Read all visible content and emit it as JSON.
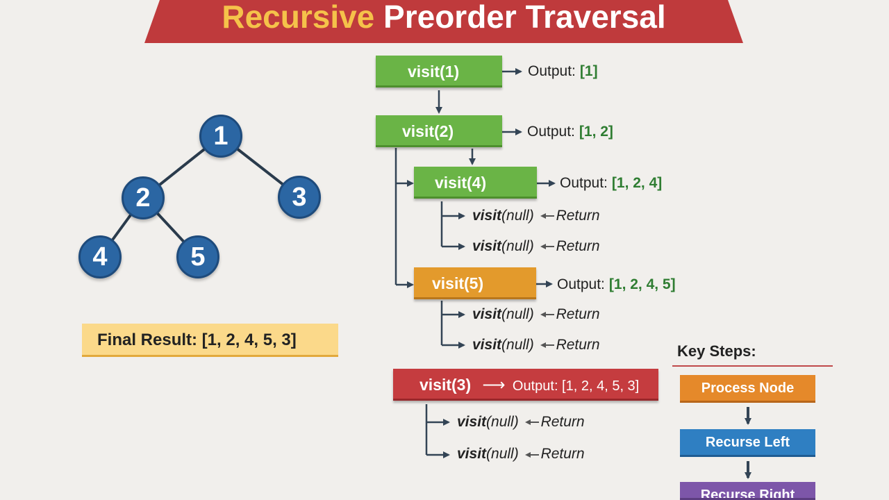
{
  "title": {
    "highlight": "Recursive",
    "rest": "Preorder Traversal"
  },
  "tree": {
    "nodes": [
      {
        "id": "1",
        "label": "1"
      },
      {
        "id": "2",
        "label": "2"
      },
      {
        "id": "3",
        "label": "3"
      },
      {
        "id": "4",
        "label": "4"
      },
      {
        "id": "5",
        "label": "5"
      }
    ]
  },
  "final_result": "Final Result: [1, 2, 4, 5, 3]",
  "trace": {
    "visit1": {
      "label": "visit(1)",
      "output_label": "Output:",
      "output": "[1]"
    },
    "visit2": {
      "label": "visit(2)",
      "output_label": "Output:",
      "output": "[1, 2]"
    },
    "visit4": {
      "label": "visit(4)",
      "output_label": "Output:",
      "output": "[1, 2, 4]"
    },
    "visit5": {
      "label": "visit(5)",
      "output_label": "Output:",
      "output": "[1, 2, 4, 5]"
    },
    "visit3": {
      "label": "visit(3)",
      "output_label": "Output: [1, 2, 4, 5, 3]"
    },
    "null_call": {
      "fn": "visit",
      "arg": "(null)",
      "ret": "Return"
    }
  },
  "key_steps": {
    "title": "Key Steps:",
    "steps": [
      "Process Node",
      "Recurse Left",
      "Recurse Right"
    ]
  },
  "colors": {
    "banner": "#bf3a3c",
    "node": "#2b66a3",
    "visit_green": "#6ab446",
    "visit_orange": "#e39a2c",
    "visit_red": "#c53c3f",
    "output_value": "#2f7d32"
  }
}
